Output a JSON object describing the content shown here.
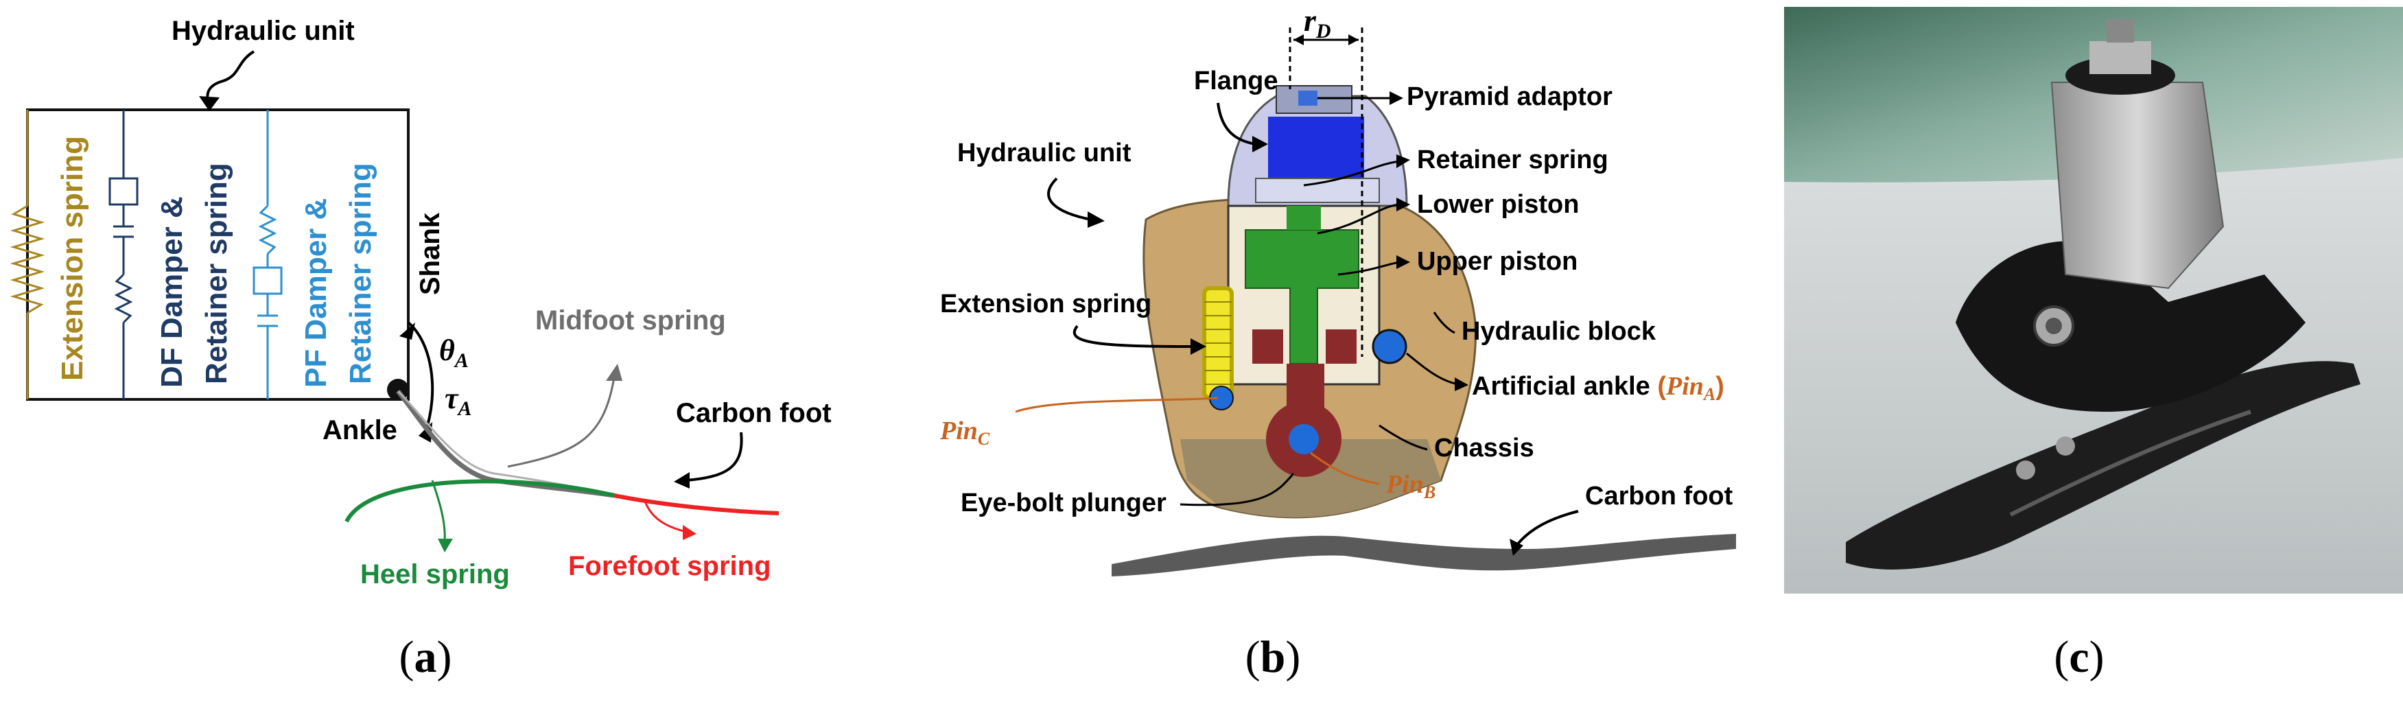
{
  "panel_a": {
    "hydraulic_unit": "Hydraulic unit",
    "extension_spring": "Extension spring",
    "df_line1": "DF Damper &",
    "df_line2": "Retainer spring",
    "pf_line1": "PF Damper &",
    "pf_line2": "Retainer spring",
    "shank": "Shank",
    "theta_sym": "θ",
    "theta_sub": "A",
    "tau_sym": "τ",
    "tau_sub": "A",
    "ankle": "Ankle",
    "midfoot_spring": "Midfoot spring",
    "carbon_foot": "Carbon foot",
    "heel_spring": "Heel spring",
    "forefoot_spring": "Forefoot spring",
    "caption": "a"
  },
  "panel_b": {
    "r_sym": "r",
    "r_sub": "D",
    "flange": "Flange",
    "pyramid_adaptor": "Pyramid adaptor",
    "hydraulic_unit": "Hydraulic unit",
    "retainer_spring": "Retainer spring",
    "lower_piston": "Lower piston",
    "upper_piston": "Upper piston",
    "extension_spring": "Extension spring",
    "hydraulic_block": "Hydraulic block",
    "artificial_ankle": "Artificial ankle",
    "pin_sym": "Pin",
    "pin_a_sub": "A",
    "pin_b_sub": "B",
    "pin_c_sub": "C",
    "chassis": "Chassis",
    "eye_bolt_plunger": "Eye-bolt plunger",
    "carbon_foot": "Carbon foot",
    "caption": "b"
  },
  "panel_c": {
    "caption": "c"
  },
  "colors": {
    "olive": "#a8871f",
    "navy": "#1f3a64",
    "lightblue": "#2e8fd0",
    "gray": "#6e6e6e",
    "green": "#1a8a3c",
    "red": "#ee2222",
    "orange": "#c8641e",
    "blue": "#1e2fe0"
  }
}
